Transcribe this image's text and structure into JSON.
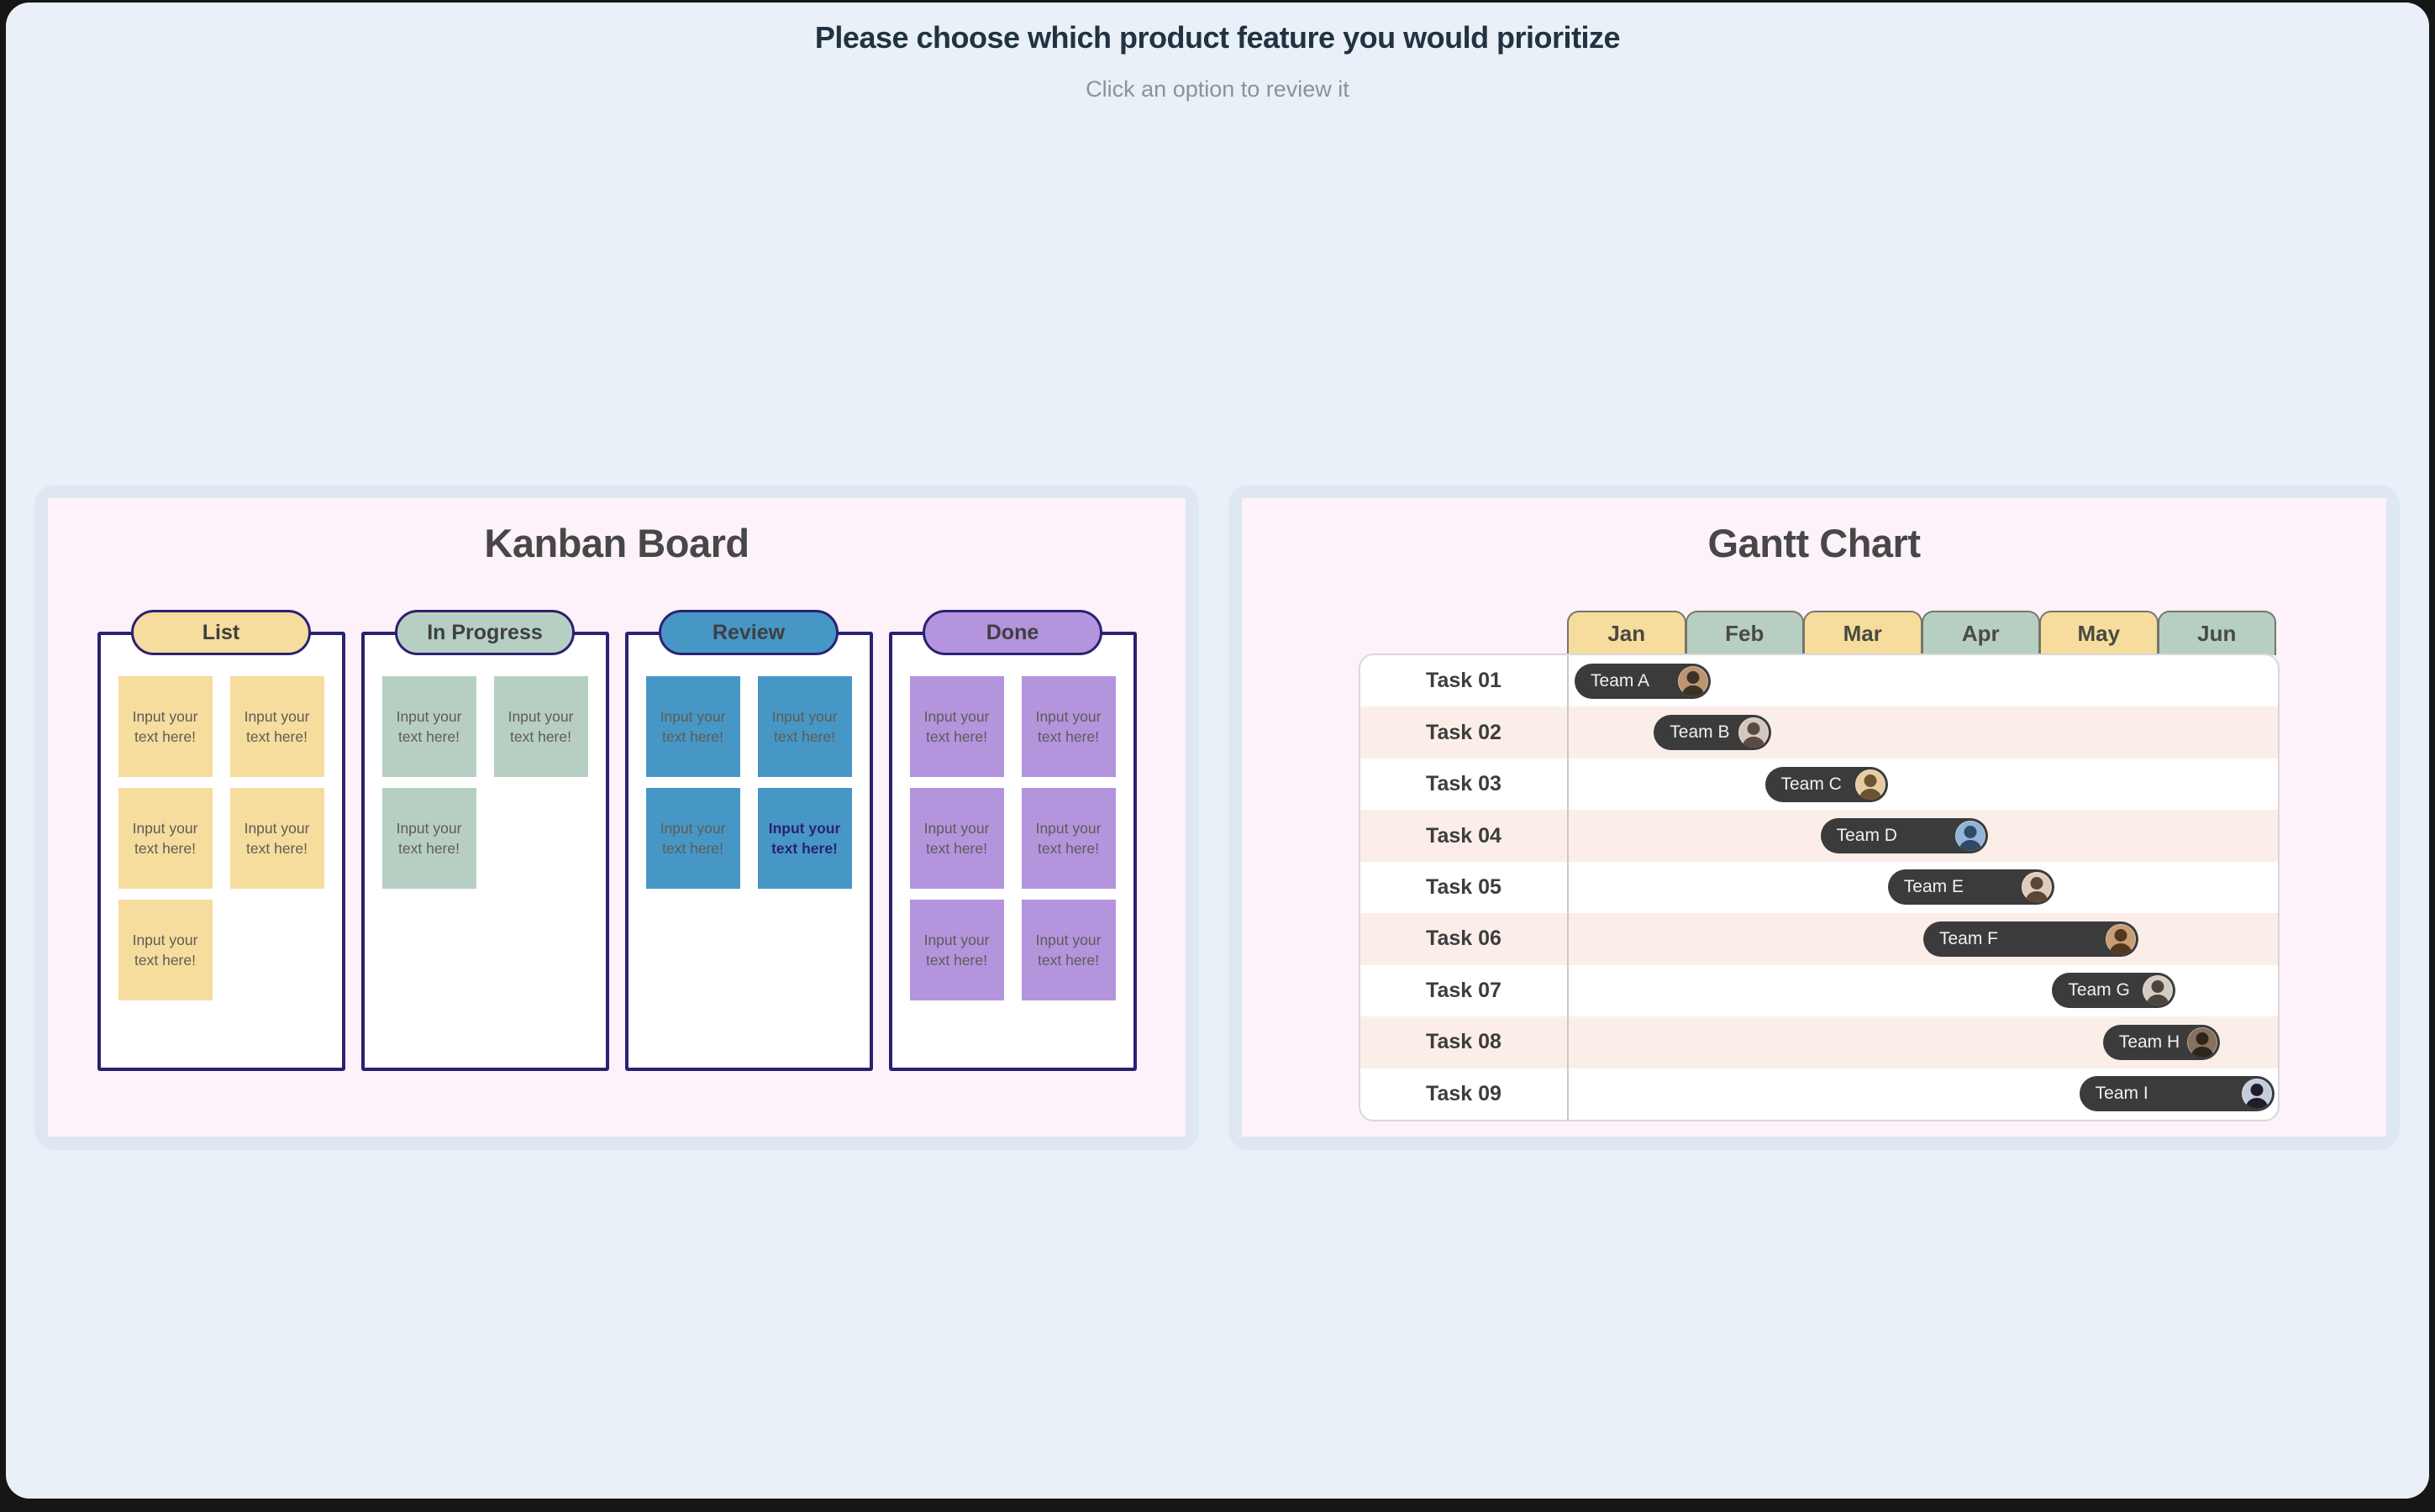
{
  "header": {
    "title": "Please choose which product feature you would prioritize",
    "subtitle": "Click an option to review it"
  },
  "options": [
    {
      "id": "kanban-board",
      "label": "Kanban Board"
    },
    {
      "id": "gantt-chart",
      "label": "Gantt Chart"
    }
  ],
  "kanban": {
    "title": "Kanban Board",
    "card_text": "Input your text here!",
    "columns": [
      {
        "name": "List",
        "color": "#f6dd9d",
        "cards": 5,
        "highlight_index": -1
      },
      {
        "name": "In Progress",
        "color": "#b7cfc3",
        "cards": 3,
        "highlight_index": -1
      },
      {
        "name": "Review",
        "color": "#4697c6",
        "cards": 4,
        "highlight_index": 3
      },
      {
        "name": "Done",
        "color": "#b394dd",
        "cards": 6,
        "highlight_index": -1
      }
    ]
  },
  "gantt": {
    "title": "Gantt Chart",
    "months": [
      "Jan",
      "Feb",
      "Mar",
      "Apr",
      "May",
      "Jun"
    ],
    "tab_colors": [
      "#f6dd9d",
      "#b7cfc3"
    ],
    "month_span": 6,
    "tasks": [
      {
        "label": "Task 01",
        "team": "Team A",
        "start_month": 0.05,
        "end_month": 1.2,
        "avatar_bg": "#bd9470",
        "avatar_fg": "#3c3127"
      },
      {
        "label": "Task 02",
        "team": "Team B",
        "start_month": 0.72,
        "end_month": 1.71,
        "avatar_bg": "#d3c8c0",
        "avatar_fg": "#5a4a42"
      },
      {
        "label": "Task 03",
        "team": "Team C",
        "start_month": 1.66,
        "end_month": 2.7,
        "avatar_bg": "#e5cda1",
        "avatar_fg": "#6b5332"
      },
      {
        "label": "Task 04",
        "team": "Team D",
        "start_month": 2.13,
        "end_month": 3.55,
        "avatar_bg": "#93b3d8",
        "avatar_fg": "#2f4a66"
      },
      {
        "label": "Task 05",
        "team": "Team E",
        "start_month": 2.7,
        "end_month": 4.11,
        "avatar_bg": "#dfccbf",
        "avatar_fg": "#5d4636"
      },
      {
        "label": "Task 06",
        "team": "Team F",
        "start_month": 3.0,
        "end_month": 4.82,
        "avatar_bg": "#c79e78",
        "avatar_fg": "#53381f"
      },
      {
        "label": "Task 07",
        "team": "Team G",
        "start_month": 4.09,
        "end_month": 5.13,
        "avatar_bg": "#d2ccc2",
        "avatar_fg": "#4d453c"
      },
      {
        "label": "Task 08",
        "team": "Team H",
        "start_month": 4.52,
        "end_month": 5.51,
        "avatar_bg": "#86705f",
        "avatar_fg": "#2e241c"
      },
      {
        "label": "Task 09",
        "team": "Team I",
        "start_month": 4.32,
        "end_month": 5.97,
        "avatar_bg": "#c5cede",
        "avatar_fg": "#221c2b"
      }
    ]
  },
  "colors": {
    "frame": "#161616",
    "page_bg": "#e9f0f8",
    "option_halo": "#dfe8f2",
    "panel_bg": "#fdf1fa",
    "navy_border": "#2b2171",
    "accent_yellow": "#f6dd9d",
    "accent_sage": "#b7cfc3",
    "accent_blue": "#4697c6",
    "accent_purple": "#b394dd",
    "gantt_bar": "#3b3b3b",
    "gantt_row_alt": "#fbeee9",
    "highlight_text": "#2b2171"
  }
}
